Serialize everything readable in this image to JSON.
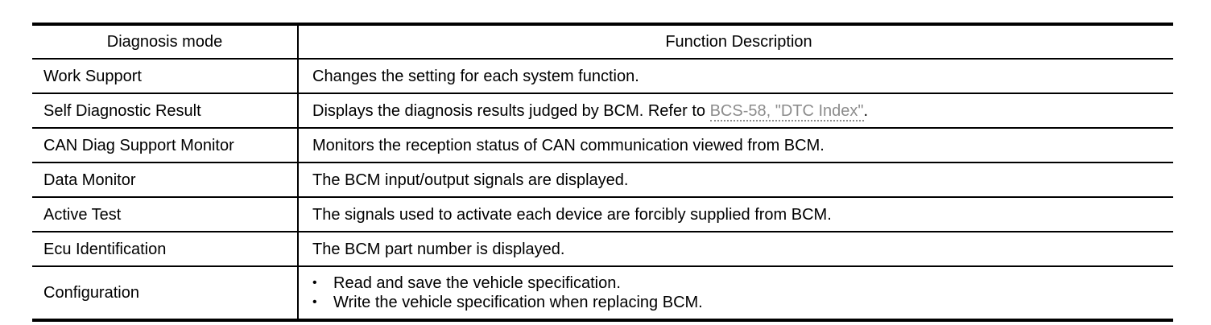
{
  "table": {
    "headers": {
      "mode": "Diagnosis mode",
      "description": "Function Description"
    },
    "rows": [
      {
        "mode": "Work Support",
        "description": "Changes the setting for each system function."
      },
      {
        "mode": "Self Diagnostic Result",
        "description_before": "Displays the diagnosis results judged by BCM. Refer to ",
        "link": "BCS-58, \"DTC Index\"",
        "description_after": "."
      },
      {
        "mode": "CAN Diag Support Monitor",
        "description": "Monitors the reception status of CAN communication viewed from BCM."
      },
      {
        "mode": "Data Monitor",
        "description": "The BCM input/output signals are displayed."
      },
      {
        "mode": "Active Test",
        "description": "The signals used to activate each device are forcibly supplied from BCM."
      },
      {
        "mode": "Ecu Identification",
        "description": "The BCM part number is displayed."
      },
      {
        "mode": "Configuration",
        "bullet_char": "•",
        "bullets": [
          "Read and save the vehicle specification.",
          "Write the vehicle specification when replacing BCM."
        ]
      }
    ],
    "link_color": "#8c8c8c",
    "border_color": "#000000"
  }
}
